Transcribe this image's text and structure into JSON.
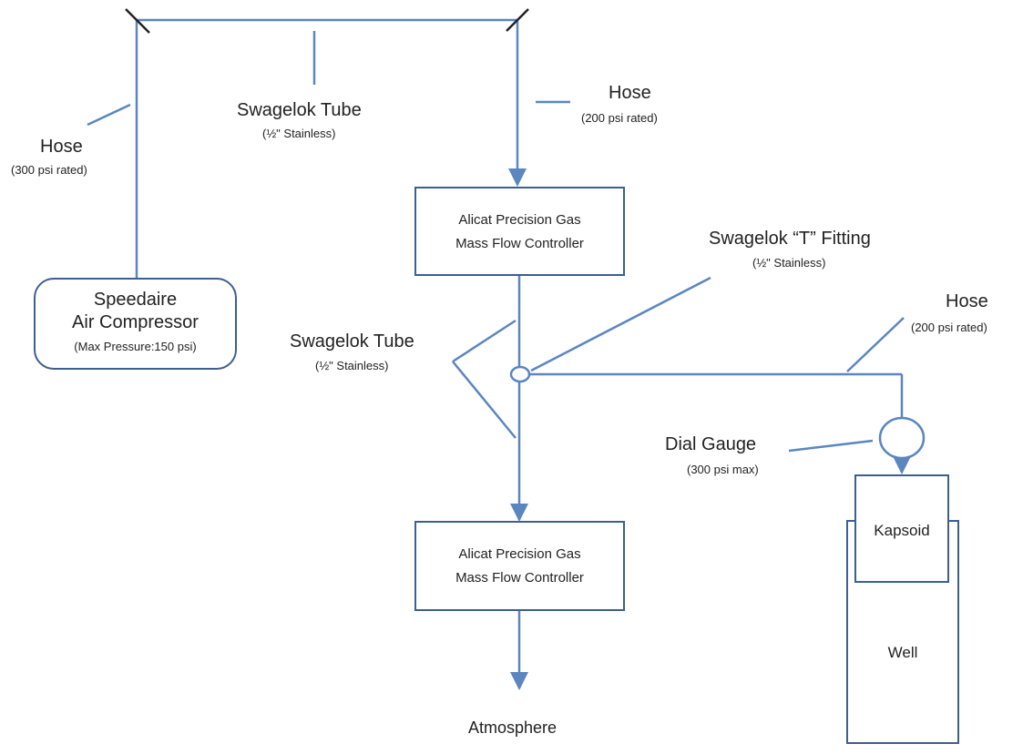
{
  "colors": {
    "pipe": "#5b86c0",
    "box_border": "#3d5f8c",
    "valve": "#222222",
    "text": "#222222"
  },
  "labels": {
    "hose_left": {
      "title": "Hose",
      "sub": "(300 psi rated)"
    },
    "tube_top": {
      "title": "Swagelok Tube",
      "sub": "(½\" Stainless)"
    },
    "hose_top": {
      "title": "Hose",
      "sub": "(200 psi rated)"
    },
    "t_fitting": {
      "title": "Swagelok “T” Fitting",
      "sub": "(½\" Stainless)"
    },
    "hose_right": {
      "title": "Hose",
      "sub": "(200 psi rated)"
    },
    "tube_mid": {
      "title": "Swagelok Tube",
      "sub": "(½\" Stainless)"
    },
    "dial_gauge": {
      "title": "Dial Gauge",
      "sub": "(300 psi  max)"
    },
    "atmosphere": "Atmosphere"
  },
  "components": {
    "compressor": {
      "line1": "Speedaire",
      "line2": "Air Compressor",
      "line3": "(Max Pressure:150 psi)"
    },
    "mfc_top": {
      "line1": "Alicat Precision Gas",
      "line2": "Mass Flow Controller"
    },
    "mfc_bottom": {
      "line1": "Alicat Precision Gas",
      "line2": "Mass Flow Controller"
    },
    "kapsoid": "Kapsoid",
    "well": "Well"
  }
}
